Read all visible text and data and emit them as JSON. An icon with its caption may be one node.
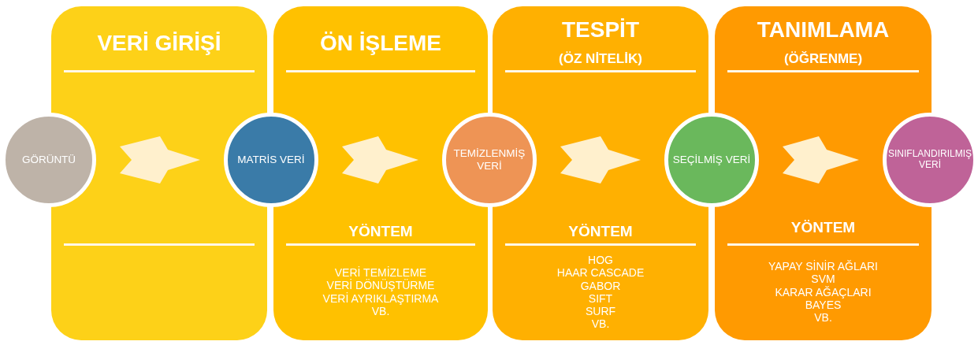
{
  "diagram": {
    "nodes": [
      {
        "text": [
          "VERİ GİRİŞİ"
        ]
      },
      {
        "text": [
          "ÖN İŞLEME",
          "YÖNTEM",
          "VERİ TEMİZLEME",
          "VERİ DÖNÜŞTÜRME",
          "VERİ AYRIKLAŞTIRMA",
          "VB."
        ]
      },
      {
        "text": [
          "TESPİT",
          "(ÖZ NİTELİK)",
          "YÖNTEM",
          "HOG",
          "HAAR CASCADE",
          "GABOR",
          "SIFT",
          "SURF",
          "VB."
        ]
      },
      {
        "text": [
          "TANIMLAMA",
          "(ÖĞRENME)",
          "YÖNTEM",
          "YAPAY SİNİR AĞLARI",
          "SVM",
          "KARAR AĞAÇLARI",
          "BAYES",
          "VB."
        ]
      },
      {
        "text": [
          "GÖRÜNTÜ"
        ]
      },
      {
        "text": [
          "MATRİS VERİ"
        ]
      },
      {
        "text": [
          "TEMİZLENMİŞ VERİ"
        ]
      },
      {
        "text": [
          "SEÇİLMİŞ VERİ"
        ]
      },
      {
        "text": [
          "SINIFLANDIRILMIŞ VERİ"
        ]
      }
    ],
    "edges": [
      {
        "from": 4,
        "to": 5,
        "arrow": "to"
      },
      {
        "from": 5,
        "to": 6,
        "arrow": "to"
      },
      {
        "from": 6,
        "to": 7,
        "arrow": "to"
      },
      {
        "from": 7,
        "to": 8,
        "arrow": "to"
      }
    ]
  }
}
